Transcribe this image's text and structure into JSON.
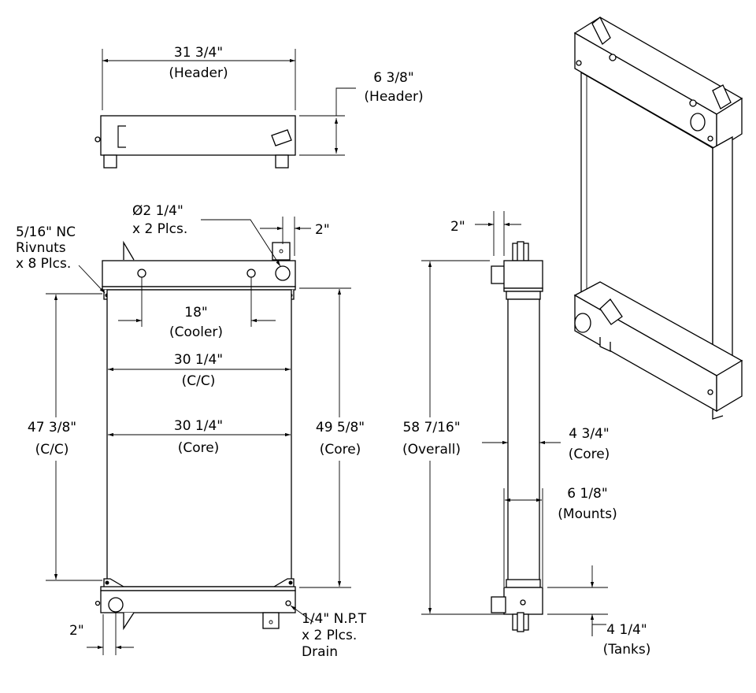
{
  "top_view": {
    "width": [
      "31 3/4\"",
      "(Header)"
    ],
    "height": [
      "6 3/8\"",
      "(Header)"
    ]
  },
  "front_view": {
    "inlet": [
      "Ø2 1/4\"",
      "x 2 Plcs."
    ],
    "inlet_offset": "2\"",
    "rivnuts": [
      "5/16\" NC",
      "Rivnuts",
      "x 8 Plcs."
    ],
    "cooler": [
      "18\"",
      "(Cooler)"
    ],
    "cc_width": [
      "30 1/4\"",
      "(C/C)"
    ],
    "core_width": [
      "30 1/4\"",
      "(Core)"
    ],
    "cc_height": [
      "47 3/8\"",
      "(C/C)"
    ],
    "core_height": [
      "49 5/8\"",
      "(Core)"
    ],
    "outlet_offset": "2\"",
    "drain": [
      "1/4\" N.P.T",
      "x 2 Plcs.",
      "Drain"
    ]
  },
  "side_view": {
    "offset": "2\"",
    "overall": [
      "58 7/16\"",
      "(Overall)"
    ],
    "core_depth": [
      "4 3/4\"",
      "(Core)"
    ],
    "mounts": [
      "6 1/8\"",
      "(Mounts)"
    ],
    "tanks": [
      "4 1/4\"",
      "(Tanks)"
    ]
  }
}
